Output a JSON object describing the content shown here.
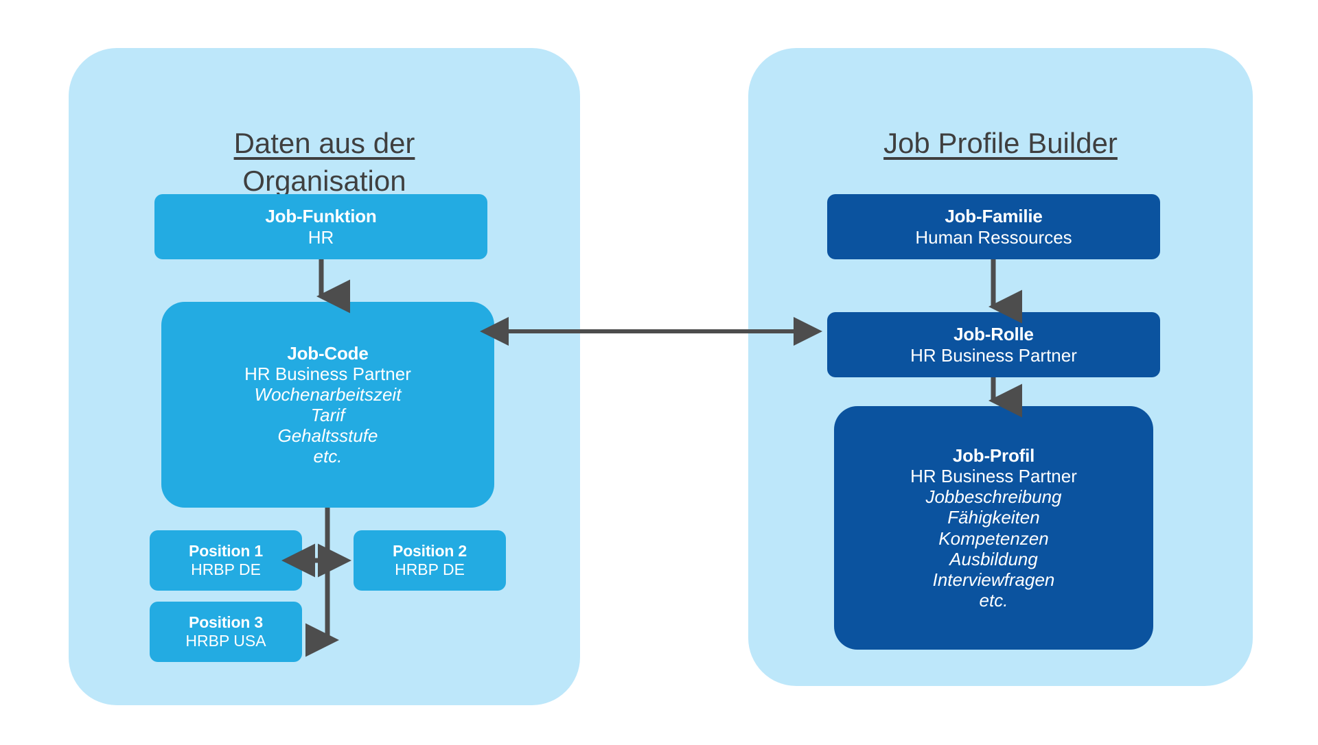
{
  "panels": {
    "left": {
      "title": "Daten aus der Organisation",
      "title_line1": "Daten aus der",
      "title_line2": "Organisation",
      "bg_color": "#BDE7FA",
      "node_color": "#23ABE2"
    },
    "right": {
      "title": "Job Profile Builder",
      "bg_color": "#BDE7FA",
      "node_color": "#0B539F"
    }
  },
  "nodes": {
    "job_funktion": {
      "title": "Job-Funktion",
      "sub": "HR"
    },
    "job_code": {
      "title": "Job-Code",
      "sub": "HR Business Partner",
      "italics": [
        "Wochenarbeitszeit",
        "Tarif",
        "Gehaltsstufe",
        "etc."
      ]
    },
    "position_1": {
      "title": "Position 1",
      "sub": "HRBP  DE"
    },
    "position_2": {
      "title": "Position 2",
      "sub": "HRBP  DE"
    },
    "position_3": {
      "title": "Position 3",
      "sub": "HRBP  USA"
    },
    "job_familie": {
      "title": "Job-Familie",
      "sub": "Human Ressources"
    },
    "job_rolle": {
      "title": "Job-Rolle",
      "sub": "HR Business Partner"
    },
    "job_profil": {
      "title": "Job-Profil",
      "sub": "HR Business Partner",
      "italics": [
        "Jobbeschreibung",
        "Fähigkeiten",
        "Kompetenzen",
        "Ausbildung",
        "Interviewfragen",
        "etc."
      ]
    }
  },
  "connectors": {
    "arrow_color": "#4D4D4D",
    "items": [
      {
        "name": "job-funktion-to-job-code",
        "kind": "arrow-down"
      },
      {
        "name": "job-code-to-positions",
        "kind": "arrow-branch"
      },
      {
        "name": "position-1-to-position-2",
        "kind": "double-arrow-horizontal"
      },
      {
        "name": "job-code-to-job-rolle",
        "kind": "double-arrow-horizontal-long"
      },
      {
        "name": "job-familie-to-job-rolle",
        "kind": "arrow-down"
      },
      {
        "name": "job-rolle-to-job-profil",
        "kind": "arrow-down"
      }
    ]
  }
}
